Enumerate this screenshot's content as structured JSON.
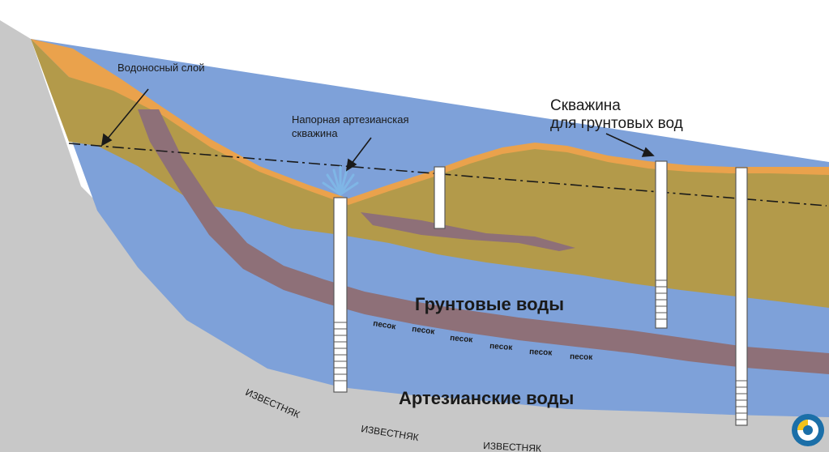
{
  "labels": {
    "aquifer": "Водоносный слой",
    "artesian_well_line1": "Напорная артезианская",
    "artesian_well_line2": "скважина",
    "groundwater_well_line1": "Скважина",
    "groundwater_well_line2": "для грунтовых вод",
    "groundwater": "Грунтовые воды",
    "artesian_water": "Артезианские воды",
    "sand": "песок",
    "limestone": "ИЗВЕСТНЯК"
  },
  "colors": {
    "background": "#ffffff",
    "limestone": "#c8c8c8",
    "water": "#7ea1d9",
    "clay": "#b39a4a",
    "topsoil": "#eaa24c",
    "sand_band": "#8e7078",
    "pipe_fill": "#ffffff",
    "pipe_stroke": "#5a5a5a",
    "spray": "#7fb6e6",
    "text": "#1a1a1a",
    "logo_primary": "#1b6fa8",
    "logo_accent": "#f4c21b"
  },
  "logo": {
    "icon": "brand-logo-icon"
  }
}
